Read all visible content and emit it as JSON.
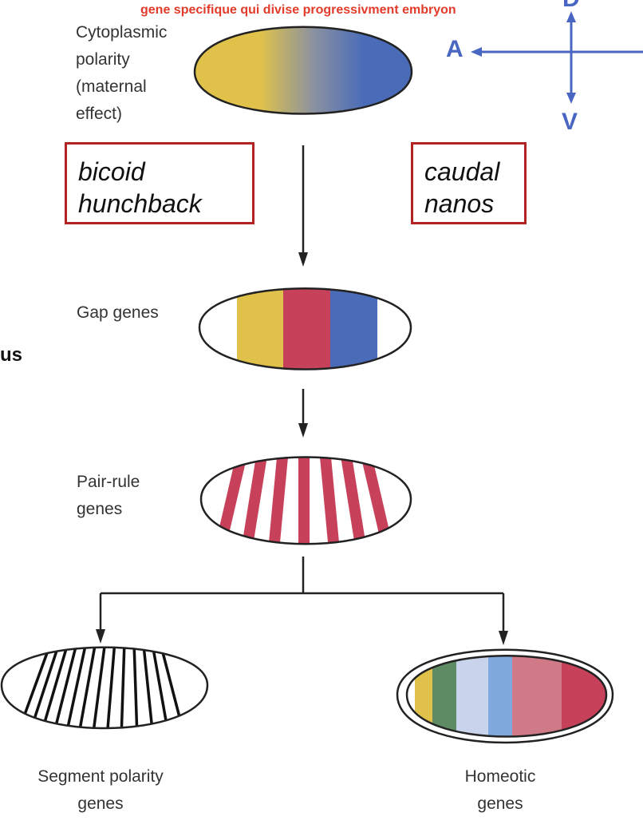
{
  "caption": "gene specifique qui divise progressivment embryon",
  "axes": {
    "top": "D",
    "left": "A",
    "bottom": "V"
  },
  "stray_text": "us",
  "stages": {
    "cytoplasmic": {
      "lines": [
        "Cytoplasmic",
        "polarity",
        "(maternal",
        "effect)"
      ]
    },
    "gap": {
      "lines": [
        "Gap genes"
      ]
    },
    "pair_rule": {
      "lines": [
        "Pair-rule",
        "genes"
      ]
    },
    "segment_polarity": {
      "lines": [
        "Segment polarity",
        "genes"
      ]
    },
    "homeotic": {
      "lines": [
        "Homeotic",
        "genes"
      ]
    }
  },
  "boxes": {
    "left": {
      "lines": [
        "bicoid",
        "hunchback"
      ]
    },
    "right": {
      "lines": [
        "caudal",
        "nanos"
      ]
    }
  },
  "colors": {
    "yellow": "#e0c24a",
    "blue": "#4a6cb8",
    "red": "#c8415a",
    "green": "#5e8a64",
    "lavender": "#c9d3ec",
    "light_blue": "#7fa8dc",
    "pink": "#d07a88",
    "box_border": "#b22222",
    "axis": "#4866c2",
    "caption": "#e23b2a"
  }
}
